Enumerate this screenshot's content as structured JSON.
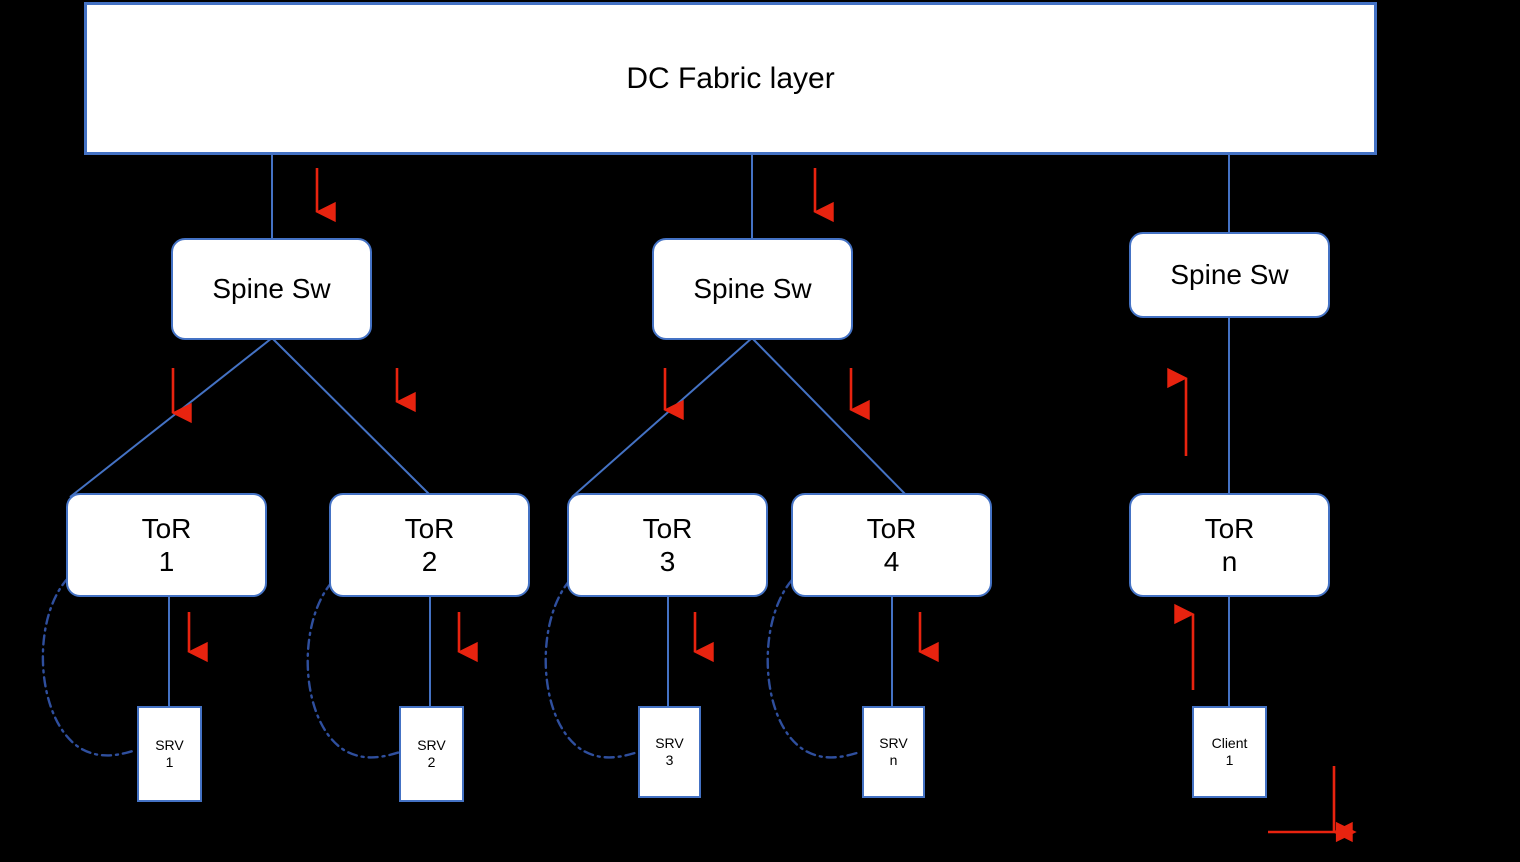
{
  "diagram": {
    "title": "DC Fabric layer",
    "colors": {
      "node_border": "#4472c4",
      "node_fill": "#ffffff",
      "link": "#4472c4",
      "arrow": "#e8230f",
      "background": "#000000"
    }
  },
  "fabric": {
    "label": "DC Fabric layer"
  },
  "spines": [
    {
      "label": "Spine Sw",
      "id": "spine-1"
    },
    {
      "label": "Spine Sw",
      "id": "spine-2"
    },
    {
      "label": "Spine Sw",
      "id": "spine-n"
    }
  ],
  "tors": [
    {
      "line1": "ToR",
      "line2": "1"
    },
    {
      "line1": "ToR",
      "line2": "2"
    },
    {
      "line1": "ToR",
      "line2": "3"
    },
    {
      "line1": "ToR",
      "line2": "4"
    },
    {
      "line1": "ToR",
      "line2": "n"
    }
  ],
  "endpoints": [
    {
      "line1": "SRV",
      "line2": "1"
    },
    {
      "line1": "SRV",
      "line2": "2"
    },
    {
      "line1": "SRV",
      "line2": "3"
    },
    {
      "line1": "SRV",
      "line2": "n"
    },
    {
      "line1": "Client",
      "line2": "1"
    }
  ],
  "legend": {
    "arrow_name": "traffic-direction-arrow"
  }
}
